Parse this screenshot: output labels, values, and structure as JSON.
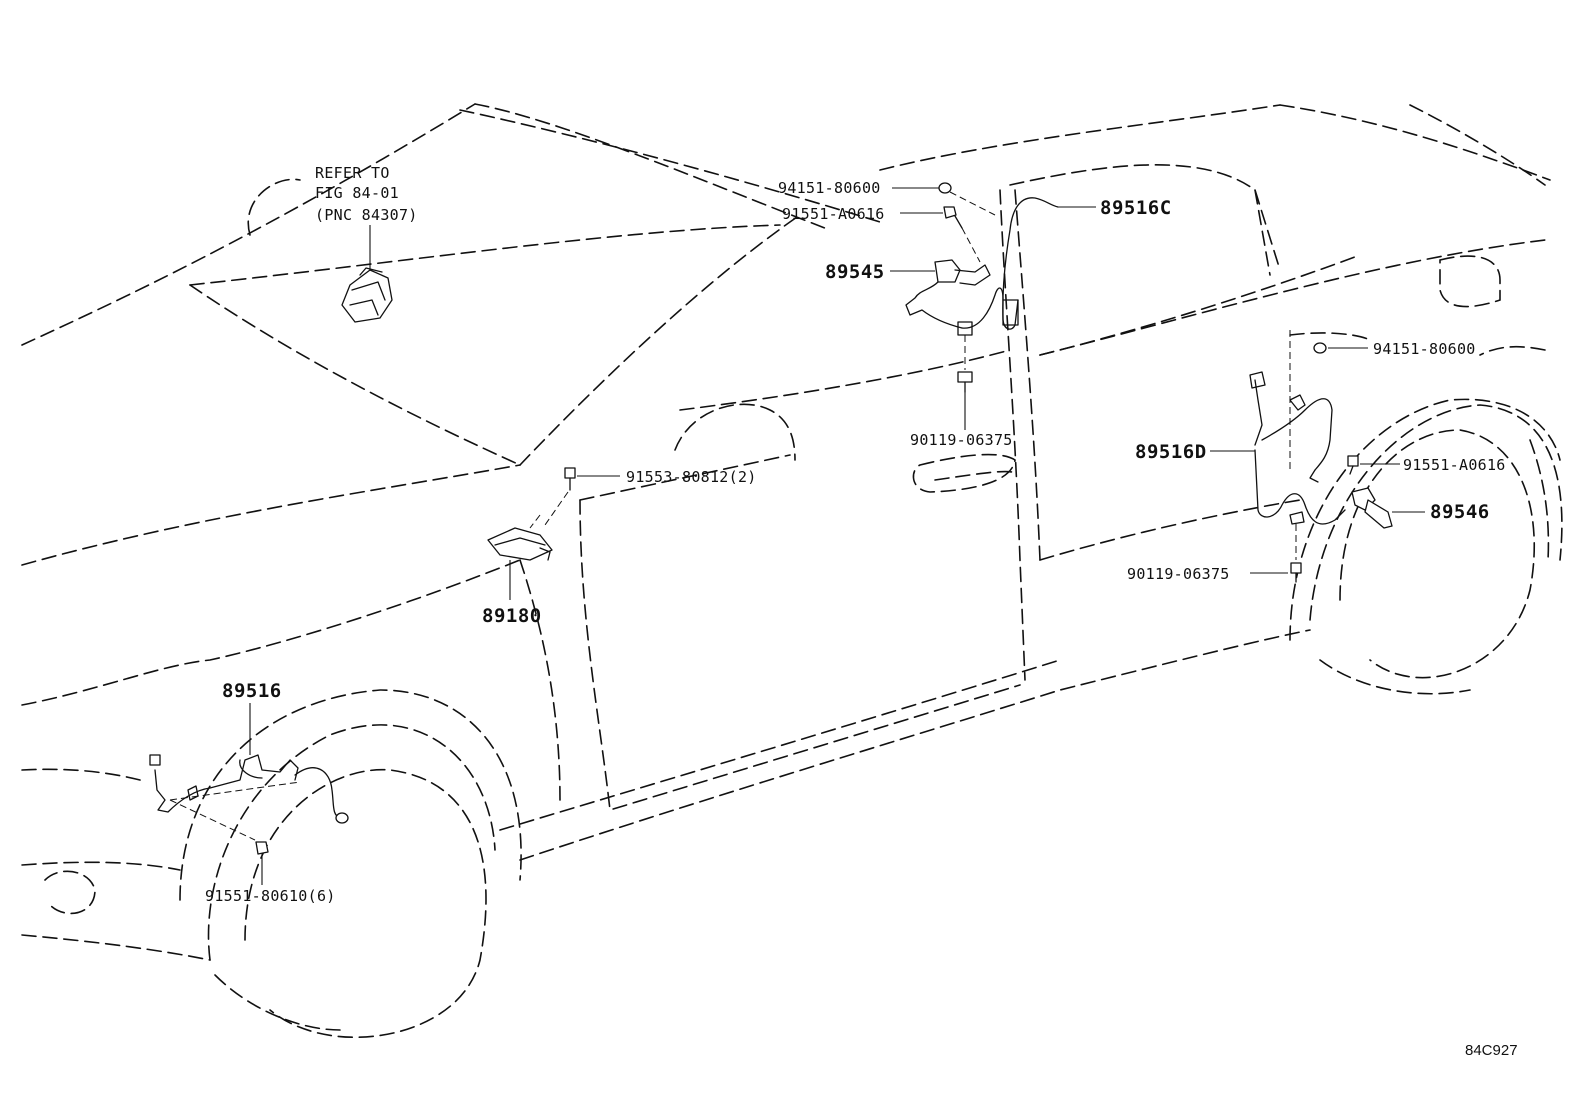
{
  "diagram": {
    "figure_id": "84C927",
    "reference": {
      "line1": "REFER TO",
      "line2": "FIG 84-01",
      "line3": "(PNC 84307)"
    },
    "callouts": {
      "p94151_80600_a": "94151-80600",
      "p91551_a0616_a": "91551-A0616",
      "p89516c": "89516C",
      "p89545": "89545",
      "p90119_06375_a": "90119-06375",
      "p91553_80812": "91553-80812(2)",
      "p89180": "89180",
      "p89516": "89516",
      "p91551_80610": "91551-80610(6)",
      "p94151_80600_b": "94151-80600",
      "p89516d": "89516D",
      "p91551_a0616_b": "91551-A0616",
      "p89546": "89546",
      "p90119_06375_b": "90119-06375"
    }
  }
}
